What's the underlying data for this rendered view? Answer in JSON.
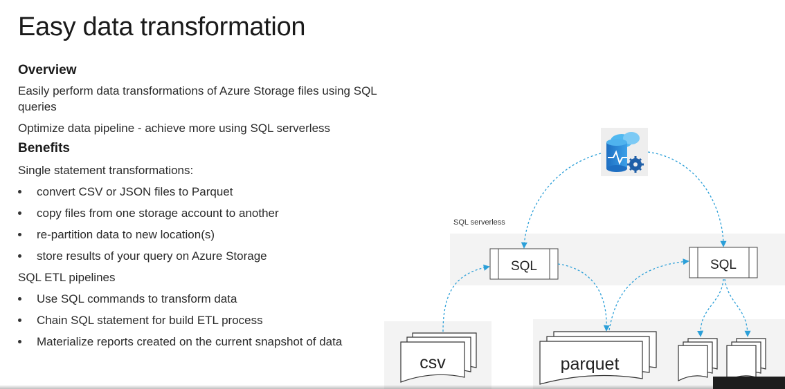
{
  "title": "Easy data transformation",
  "overview": {
    "heading": "Overview",
    "lines": [
      "Easily perform data transformations of Azure Storage files using SQL queries",
      "Optimize data pipeline - achieve more using SQL serverless"
    ]
  },
  "benefits": {
    "heading": "Benefits",
    "intro": "Single statement transformations:",
    "bullets": [
      "convert CSV or JSON files to Parquet",
      "copy files from one storage account to another",
      "re-partition data to new location(s)",
      "store results of your query on Azure Storage"
    ],
    "etl_heading": "SQL ETL pipelines",
    "etl_bullets": [
      "Use SQL commands to transform data",
      "Chain SQL statement for build ETL process",
      "Materialize reports created on the current snapshot of data"
    ]
  },
  "diagram": {
    "zone_label": "SQL serverless",
    "sql_box_left": "SQL",
    "sql_box_right": "SQL",
    "file_csv": "csv",
    "file_parquet": "parquet",
    "service_icon": "azure-synapse-icon",
    "arrow_color": "#2b9fd8",
    "zone_color": "#f3f3f3"
  }
}
